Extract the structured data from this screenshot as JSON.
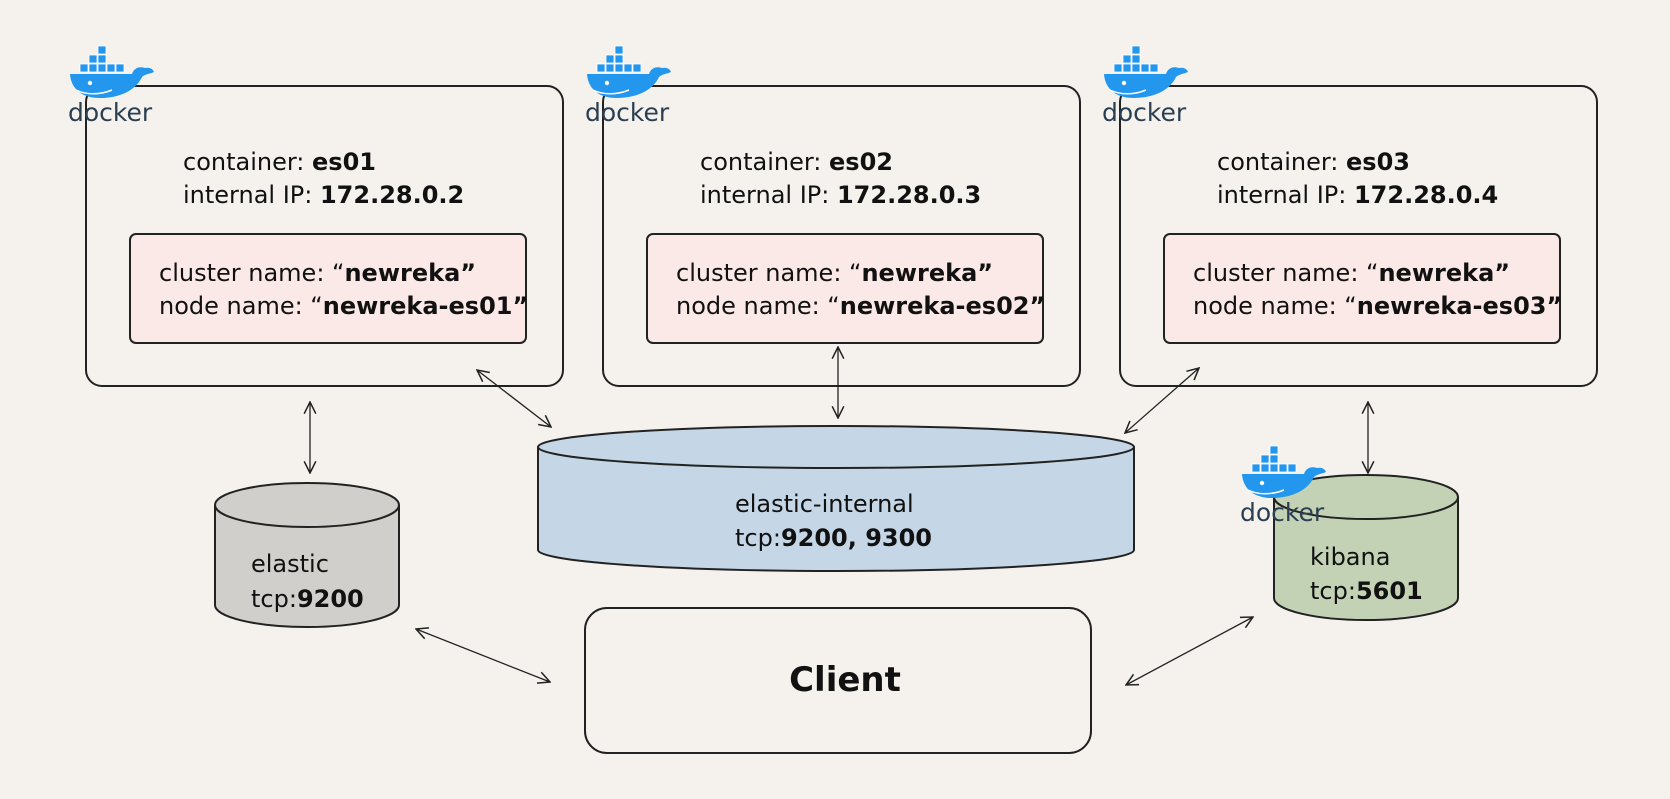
{
  "containers": [
    {
      "container_label": "container: ",
      "container_name": "es01",
      "ip_label": "internal IP: ",
      "ip": "172.28.0.2",
      "cluster_label": "cluster name: “",
      "cluster_name": "newreka”",
      "node_label": "node name: “",
      "node_name": "newreka-es01”",
      "logo": "docker-logo"
    },
    {
      "container_label": "container: ",
      "container_name": "es02",
      "ip_label": "internal IP: ",
      "ip": "172.28.0.3",
      "cluster_label": "cluster name: “",
      "cluster_name": "newreka”",
      "node_label": "node name: “",
      "node_name": "newreka-es02”",
      "logo": "docker-logo"
    },
    {
      "container_label": "container: ",
      "container_name": "es03",
      "ip_label": "internal IP: ",
      "ip": "172.28.0.4",
      "cluster_label": "cluster name: “",
      "cluster_name": "newreka”",
      "node_label": "node name: “",
      "node_name": "newreka-es03”",
      "logo": "docker-logo"
    }
  ],
  "networks": {
    "elastic": {
      "name": "elastic",
      "port_label": "tcp:",
      "port": "9200",
      "color": "#d0cfcb"
    },
    "internal": {
      "name": "elastic-internal",
      "port_label": "tcp:",
      "port": "9200, 9300",
      "color": "#c5d7e6"
    },
    "kibana": {
      "name": "kibana",
      "port_label": "tcp:",
      "port": "5601",
      "color": "#c3d1b5",
      "logo": "docker-logo"
    }
  },
  "client": {
    "label": "Client"
  },
  "docker_logo_text": "docker",
  "colors": {
    "background": "#f5f2ee",
    "node_box": "#fbe9e7",
    "docker_blue": "#2396ed",
    "docker_text": "#2a3f52"
  }
}
